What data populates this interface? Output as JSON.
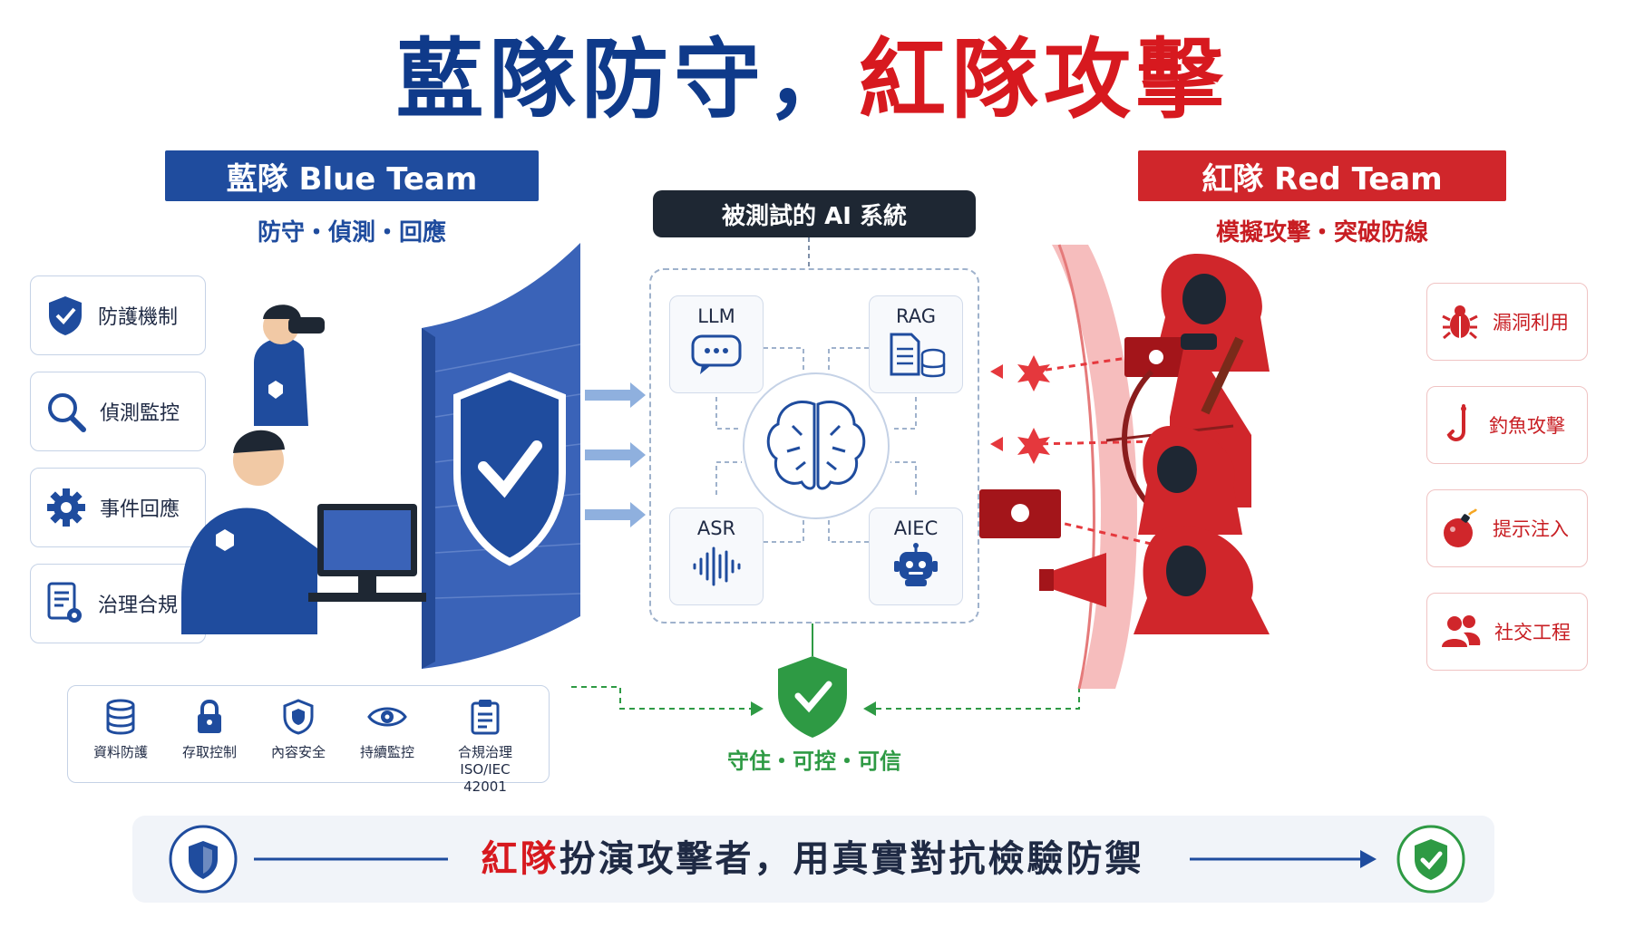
{
  "title": {
    "part1": "藍隊防守，",
    "part2": "紅隊攻擊"
  },
  "blue_team": {
    "banner": "藍隊 Blue Team",
    "subtitle": "防守・偵測・回應",
    "cards": [
      "防護機制",
      "偵測監控",
      "事件回應",
      "治理合規"
    ],
    "strip": [
      {
        "label": "資料防護",
        "icon": "database-icon"
      },
      {
        "label": "存取控制",
        "icon": "lock-icon"
      },
      {
        "label": "內容安全",
        "icon": "shield-icon"
      },
      {
        "label": "持續監控",
        "icon": "eye-icon"
      },
      {
        "label": "合規治理",
        "sublabel": "ISO/IEC 42001",
        "icon": "clipboard-icon"
      }
    ]
  },
  "system": {
    "label": "被測試的 AI 系統",
    "components": [
      "LLM",
      "RAG",
      "ASR",
      "AIEC"
    ],
    "motto": "守住・可控・可信"
  },
  "red_team": {
    "banner": "紅隊 Red Team",
    "subtitle": "模擬攻擊・突破防線",
    "cards": [
      "漏洞利用",
      "釣魚攻擊",
      "提示注入",
      "社交工程"
    ]
  },
  "bottom": {
    "red_part": "紅隊",
    "rest": "扮演攻擊者，用真實對抗檢驗防禦"
  },
  "colors": {
    "blue": "#1f4c9e",
    "red": "#d0262b",
    "green": "#2e9a44",
    "dark": "#1e2733"
  }
}
